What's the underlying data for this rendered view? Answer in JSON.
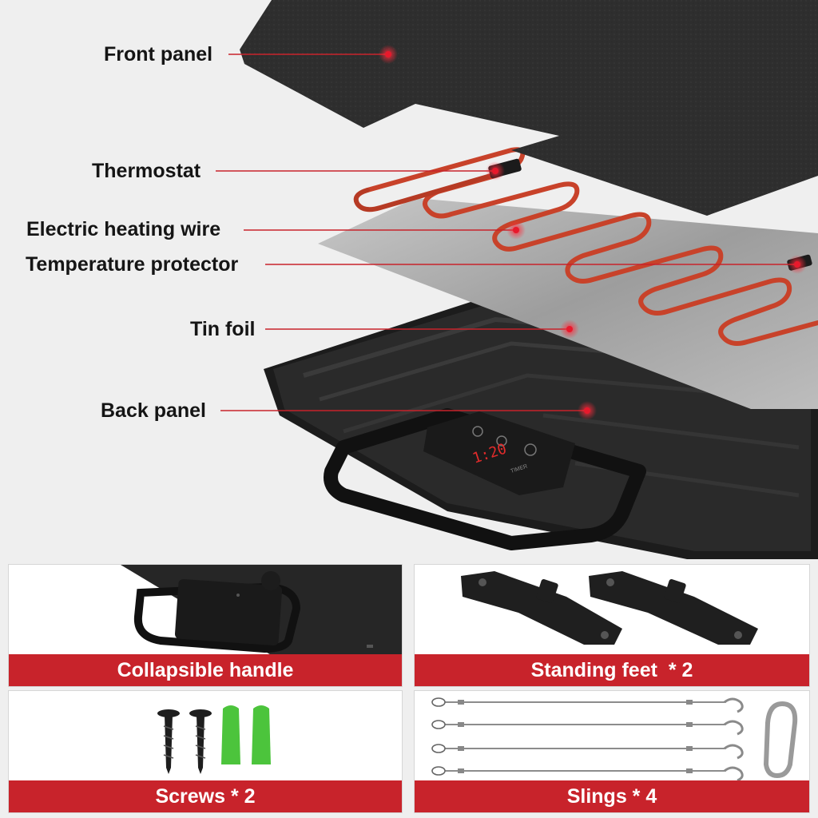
{
  "callouts": [
    {
      "id": "front",
      "label": "Front panel"
    },
    {
      "id": "thermostat",
      "label": "Thermostat"
    },
    {
      "id": "wire",
      "label": "Electric heating wire"
    },
    {
      "id": "protector",
      "label": "Temperature protector"
    },
    {
      "id": "foil",
      "label": "Tin foil"
    },
    {
      "id": "back",
      "label": "Back panel"
    }
  ],
  "control_panel": {
    "display": "1:20",
    "timer_label": "TIMER"
  },
  "accessories": [
    {
      "id": "handle",
      "label": "Collapsible handle"
    },
    {
      "id": "feet",
      "label": "Standing feet  * 2"
    },
    {
      "id": "screws",
      "label": "Screws * 2"
    },
    {
      "id": "slings",
      "label": "Slings * 4"
    }
  ],
  "colors": {
    "accent_red": "#c8232b",
    "callout_dot": "#e8192c",
    "heating_wire": "#c8422a",
    "panel_dark": "#2b2b2b",
    "anchor_green": "#4cc43c"
  }
}
